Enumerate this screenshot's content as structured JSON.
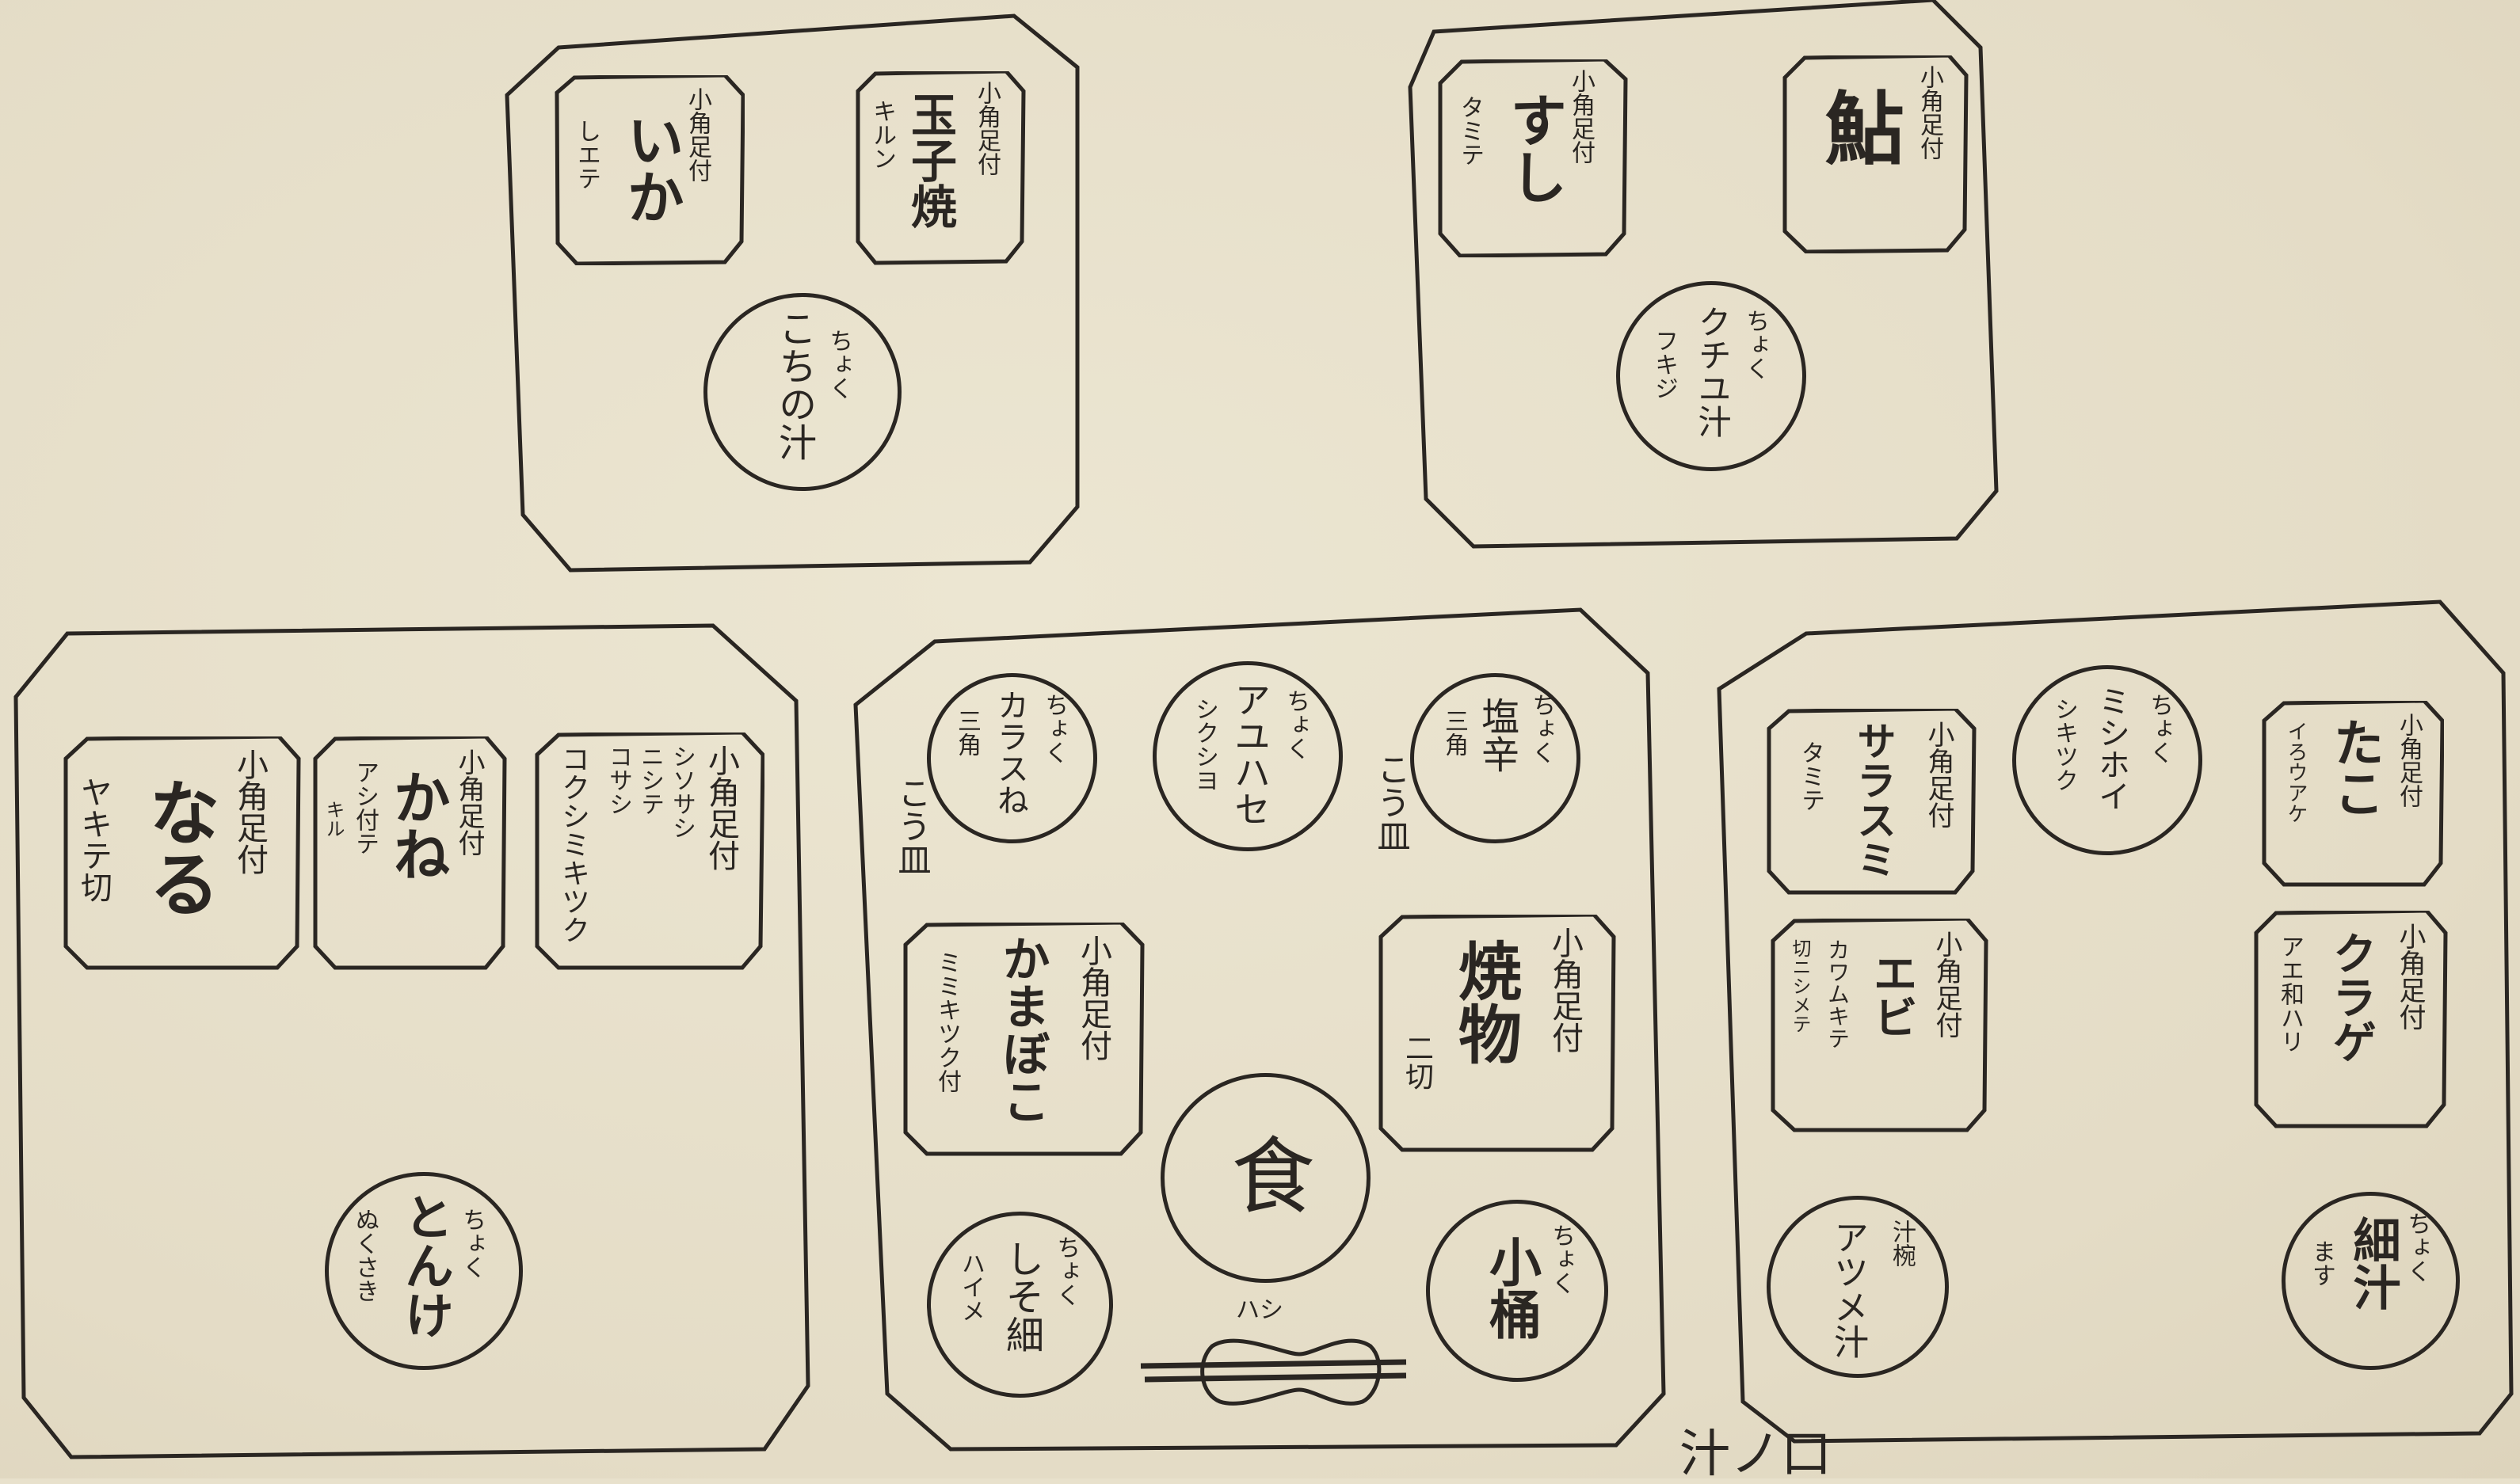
{
  "colors": {
    "paper": "#e8e1cc",
    "ink": "#2a2622"
  },
  "trays": {
    "t1": {
      "a": {
        "header": "小角足付",
        "main": "いか",
        "side": "しエテ"
      },
      "b": {
        "header": "小角足付",
        "main": "玉子焼",
        "side": "キルン"
      },
      "c": {
        "top": "ちょく",
        "main": "こちの汁"
      }
    },
    "t2": {
      "a": {
        "header": "小角足付",
        "main": "すし",
        "side": "タミテ"
      },
      "b": {
        "header": "小角足付",
        "main": "鮎",
        "side": ""
      },
      "c": {
        "top": "ちょく",
        "main": "クチユ汁",
        "side": "フキジ"
      }
    },
    "t3": {
      "a": {
        "header": "小角足付",
        "main": "なる",
        "side": "ヤキテ切"
      },
      "b": {
        "header": "小角足付",
        "main": "かね",
        "side": "アシ付テ",
        "side2": "キル"
      },
      "c": {
        "header": "小角足付",
        "lines": [
          "シソサシ",
          "ニシテ",
          "コサシ",
          "コクシミキツク"
        ]
      },
      "d": {
        "top": "ちょく",
        "main": "とんけ",
        "side": "ぬくさき"
      }
    },
    "t4": {
      "c1": {
        "top": "ちょく",
        "main": "カラスね",
        "side": "三角"
      },
      "c1_note": "こう皿",
      "c2": {
        "top": "ちょく",
        "main": "アユハセ",
        "side": "シクシヨ"
      },
      "c3": {
        "top": "ちょく",
        "main": "塩辛",
        "side": "三角"
      },
      "c3_note": "こう皿",
      "a": {
        "header": "小角足付",
        "main": "かまぼこ",
        "side": "ミミキツク付"
      },
      "b": {
        "header": "小角足付",
        "main": "焼物",
        "side": "二切"
      },
      "center": {
        "main": "食"
      },
      "c4": {
        "top": "ちょく",
        "main": "しそ細",
        "side": "ハイメ"
      },
      "c5": {
        "top": "ちょく",
        "main": "小桶"
      },
      "hashi": "ハシ"
    },
    "t5": {
      "a": {
        "header": "小角足付",
        "main": "サラスミ",
        "side": "タミテ"
      },
      "c1": {
        "top": "ちょく",
        "main": "ミシホイ",
        "side": "シキツク"
      },
      "b": {
        "header": "小角足付",
        "main": "たこ",
        "side": "イろウアケ"
      },
      "d": {
        "header": "小角足付",
        "main": "エビ",
        "side": "カワムキテ",
        "side2": "切ニシメテ"
      },
      "e": {
        "header": "小角足付",
        "main": "クラゲ",
        "side": "アエ和ハリ"
      },
      "c2": {
        "top": "汁椀",
        "main": "アツメ汁"
      },
      "c3": {
        "top": "ちょく",
        "main": "細汁",
        "side": "ます"
      }
    }
  },
  "bottom_note": "汁ノ口"
}
